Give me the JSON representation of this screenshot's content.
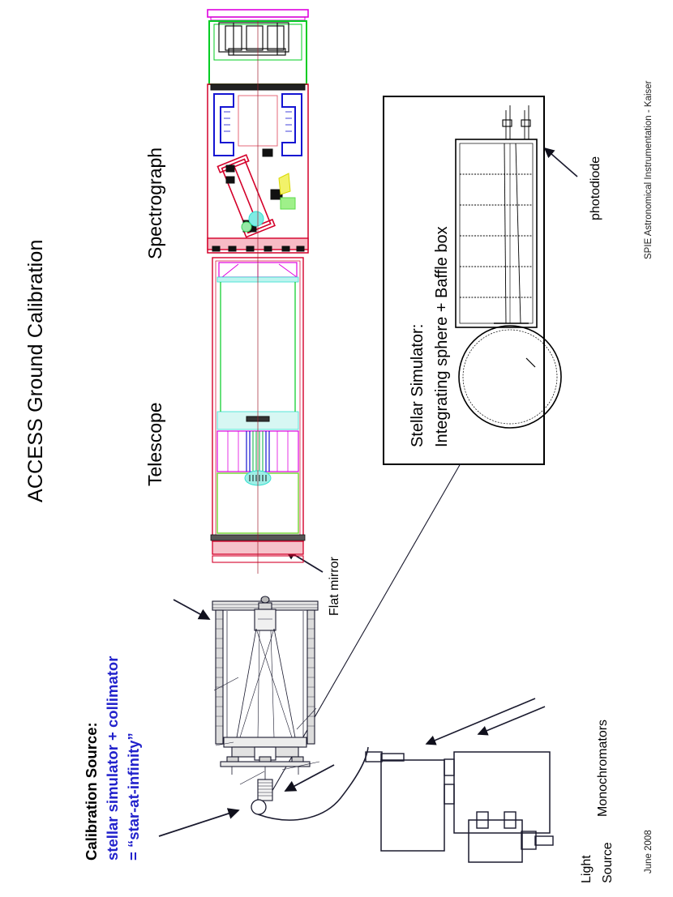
{
  "slide": {
    "title": "ACCESS Ground Calibration",
    "orientation": "landscape-rotated-90ccw",
    "background": "#ffffff"
  },
  "labels": {
    "spectrograph": "Spectrograph",
    "telescope": "Telescope",
    "flat_mirror": "Flat mirror",
    "photodiode": "photodiode",
    "monochromators": "Monochromators",
    "light_source_line1": "Light",
    "light_source_line2": "Source"
  },
  "callout": {
    "line1": "Calibration Source:",
    "line2": "stellar simulator + collimator",
    "line3": "= “star-at-infinity”",
    "line1_color": "#000000",
    "line2_color": "#2222cc",
    "line3_color": "#2222cc"
  },
  "inset": {
    "title_line1": "Stellar Simulator:",
    "title_line2": "Integrating sphere + Baffle box"
  },
  "footer": {
    "conference": "SPIE Astronomical Instrumentation   - Kaiser",
    "date": "June 2008"
  },
  "colors": {
    "accent_blue": "#2222cc",
    "cad_magenta": "#e000e0",
    "cad_green": "#00cc22",
    "cad_blue": "#1414d2",
    "cad_red": "#d4002a",
    "cad_cyan": "#33e0d0",
    "cad_yellow": "#d8d800",
    "line_dark": "#1a1a2e"
  }
}
